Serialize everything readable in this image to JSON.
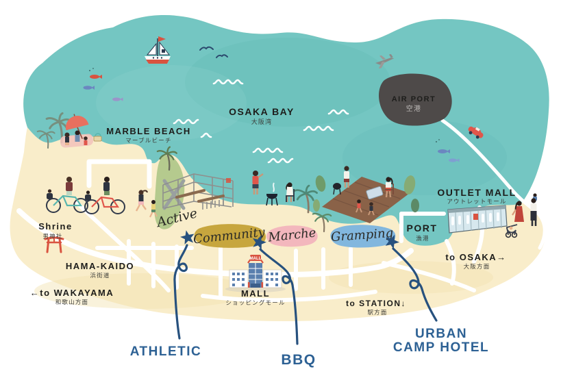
{
  "map": {
    "bay": {
      "en": "OSAKA BAY",
      "jp": "大阪湾"
    },
    "airport": {
      "en": "AIR PORT",
      "jp": "空港"
    },
    "marble_beach": {
      "en": "MARBLE BEACH",
      "jp": "マーブルビーチ"
    },
    "outlet_mall": {
      "en": "OUTLET MALL",
      "jp": "アウトレットモール"
    },
    "port": {
      "en": "PORT",
      "jp": "漁港"
    },
    "shrine": {
      "en": "Shrine",
      "jp": "男神社"
    },
    "hama_kaido": {
      "en": "HAMA-KAIDO",
      "jp": "浜街道"
    },
    "to_wakayama": {
      "en": "←to WAKAYAMA",
      "jp": "和歌山方面"
    },
    "to_osaka": {
      "en": "to OSAKA→",
      "jp": "大阪方面"
    },
    "to_station": {
      "en": "to STATION↓",
      "jp": "駅方面"
    },
    "mall": {
      "en": "MALL",
      "jp": "ショッピングモール",
      "sign": "MALL"
    },
    "zones": [
      {
        "label": "Active",
        "color": "#b5ca8e"
      },
      {
        "label": "Community",
        "color": "#c7a63e"
      },
      {
        "label": "Marche",
        "color": "#f3b7bd"
      },
      {
        "label": "Gramping",
        "color": "#82b7de"
      }
    ]
  },
  "annotations": {
    "athletic": "ATHLETIC",
    "bbq": "BBQ",
    "urban_camp_hotel": {
      "line1": "URBAN",
      "line2": "CAMP HOTEL"
    }
  },
  "icons": {
    "boat": "fishing-boat-icon",
    "birds": "seagulls-icon",
    "plane": "airplane-icon",
    "car": "red-car-icon",
    "fish": "fish-icon",
    "umbrella": "beach-umbrella-icon",
    "palm": "palm-tree-icon",
    "torii": "torii-gate-icon",
    "star": "star-marker-icon",
    "grill": "bbq-grill-icon"
  },
  "colors": {
    "sea": "#74c6c2",
    "sand": "#f9edca",
    "road": "#ffffff",
    "navy_text": "#2d6194",
    "star_navy": "#27517e",
    "airport_gray": "#4e4a49",
    "torii_red": "#d95340",
    "label_black": "#1d1d1b"
  }
}
